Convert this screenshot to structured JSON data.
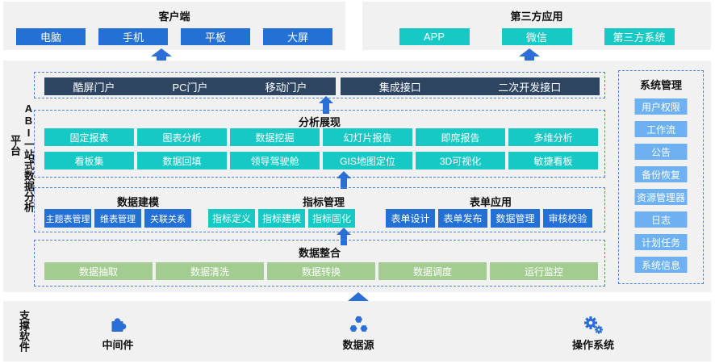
{
  "client": {
    "title": "客户端",
    "items": [
      "电脑",
      "手机",
      "平板",
      "大屏"
    ]
  },
  "third_party": {
    "title": "第三方应用",
    "items": [
      "APP",
      "微信",
      "第三方系统"
    ]
  },
  "platform": {
    "side_label": "ABI一站式数据分析",
    "side_label_sub": "平台",
    "portal": {
      "left": [
        "酷屏门户",
        "PC门户",
        "移动门户"
      ],
      "right": [
        "集成接口",
        "二次开发接口"
      ]
    },
    "analysis": {
      "title": "分析展现",
      "row1": [
        "固定报表",
        "图表分析",
        "数据挖掘",
        "幻灯片报告",
        "即席报告",
        "多维分析"
      ],
      "row2": [
        "看板集",
        "数据回填",
        "领导驾驶舱",
        "GIS地图定位",
        "3D可视化",
        "敏捷看板"
      ]
    },
    "modeling": {
      "title": "数据建模",
      "items": [
        "主题表管理",
        "维表管理",
        "关联关系"
      ]
    },
    "metrics": {
      "title": "指标管理",
      "items": [
        "指标定义",
        "指标建模",
        "指标固化"
      ]
    },
    "forms": {
      "title": "表单应用",
      "items": [
        "表单设计",
        "表单发布",
        "数据管理",
        "审核校验"
      ]
    },
    "integration": {
      "title": "数据整合",
      "items": [
        "数据抽取",
        "数据清洗",
        "数据转换",
        "数据调度",
        "运行监控"
      ]
    },
    "system": {
      "title": "系统管理",
      "items": [
        "用户权限",
        "工作流",
        "公告",
        "备份恢复",
        "资源管理器",
        "日志",
        "计划任务",
        "系统信息"
      ]
    }
  },
  "support": {
    "side_label": "支撑软件",
    "items": [
      {
        "label": "中间件",
        "icon": "puzzle-icon"
      },
      {
        "label": "数据源",
        "icon": "hexagon-cluster-icon"
      },
      {
        "label": "操作系统",
        "icon": "gears-icon"
      }
    ]
  },
  "colors": {
    "blue": "#2471d6",
    "teal": "#17c9c5",
    "navy": "#2e4562",
    "green": "#a3cd90",
    "light_blue": "#6db1f2",
    "dashed_border": "#4a82e2",
    "panel_bg": "#f1f1f1",
    "arrow_blue": "#2b6fd6"
  }
}
